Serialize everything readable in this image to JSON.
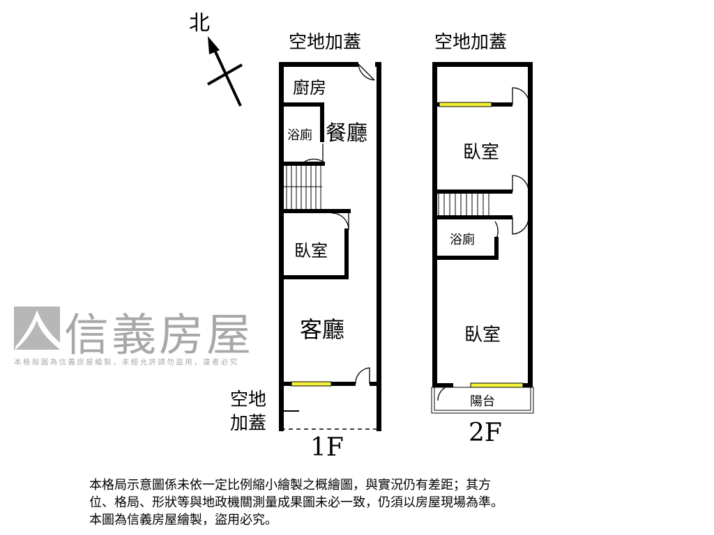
{
  "compass": {
    "label": "北"
  },
  "floor1": {
    "title": "1F",
    "rooms": {
      "top_extension": "空地加蓋",
      "kitchen": "廚房",
      "bathroom": "浴廁",
      "dining": "餐廳",
      "bedroom": "臥室",
      "living": "客廳",
      "bottom_extension_line1": "空地",
      "bottom_extension_line2": "加蓋"
    }
  },
  "floor2": {
    "title": "2F",
    "rooms": {
      "top_extension": "空地加蓋",
      "bedroom_front": "臥室",
      "bathroom": "浴廁",
      "bedroom_back": "臥室",
      "balcony": "陽台"
    }
  },
  "watermark": {
    "brand": "信義房屋",
    "notice": "本格局圖為信義房屋繪製，未經允許請勿盜用，違者必究"
  },
  "disclaimer": {
    "line1": "本格局示意圖係未依一定比例縮小繪製之概繪圖，與實況仍有差距；其方",
    "line2": "位、格局、形狀等與地政機關測量成果圖未必一致，仍須以房屋現場為準。",
    "line3": "本圖為信義房屋繪製，盜用必究。"
  },
  "colors": {
    "wall": "#000000",
    "window": "#f4f03a",
    "watermark": "#9a9a9a"
  }
}
